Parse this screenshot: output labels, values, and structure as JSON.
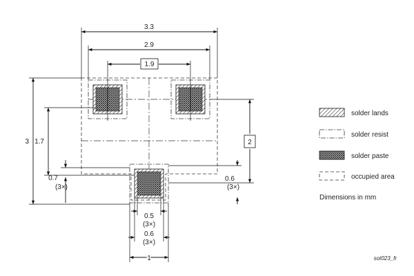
{
  "dimensions": {
    "d33": "3.3",
    "d29": "2.9",
    "d19": "1.9",
    "d3": "3",
    "d17": "1.7",
    "d2": "2",
    "d07": "0.7",
    "d07_mult": "(3×)",
    "d06r": "0.6",
    "d06r_mult": "(3×)",
    "d05": "0.5",
    "d05_mult": "(3×)",
    "d06b": "0.6",
    "d06b_mult": "(3×)",
    "d1": "1"
  },
  "legend": {
    "items": [
      {
        "label": "solder lands",
        "swatch": "hatch"
      },
      {
        "label": "solder resist",
        "swatch": "dash-dot"
      },
      {
        "label": "solder paste",
        "swatch": "crosshatch"
      },
      {
        "label": "occupied area",
        "swatch": "dashed"
      }
    ],
    "note": "Dimensions in mm"
  },
  "footer": {
    "code": "sot023_fr"
  },
  "colors": {
    "line": "#111111",
    "paste": "#3a3a3a"
  }
}
